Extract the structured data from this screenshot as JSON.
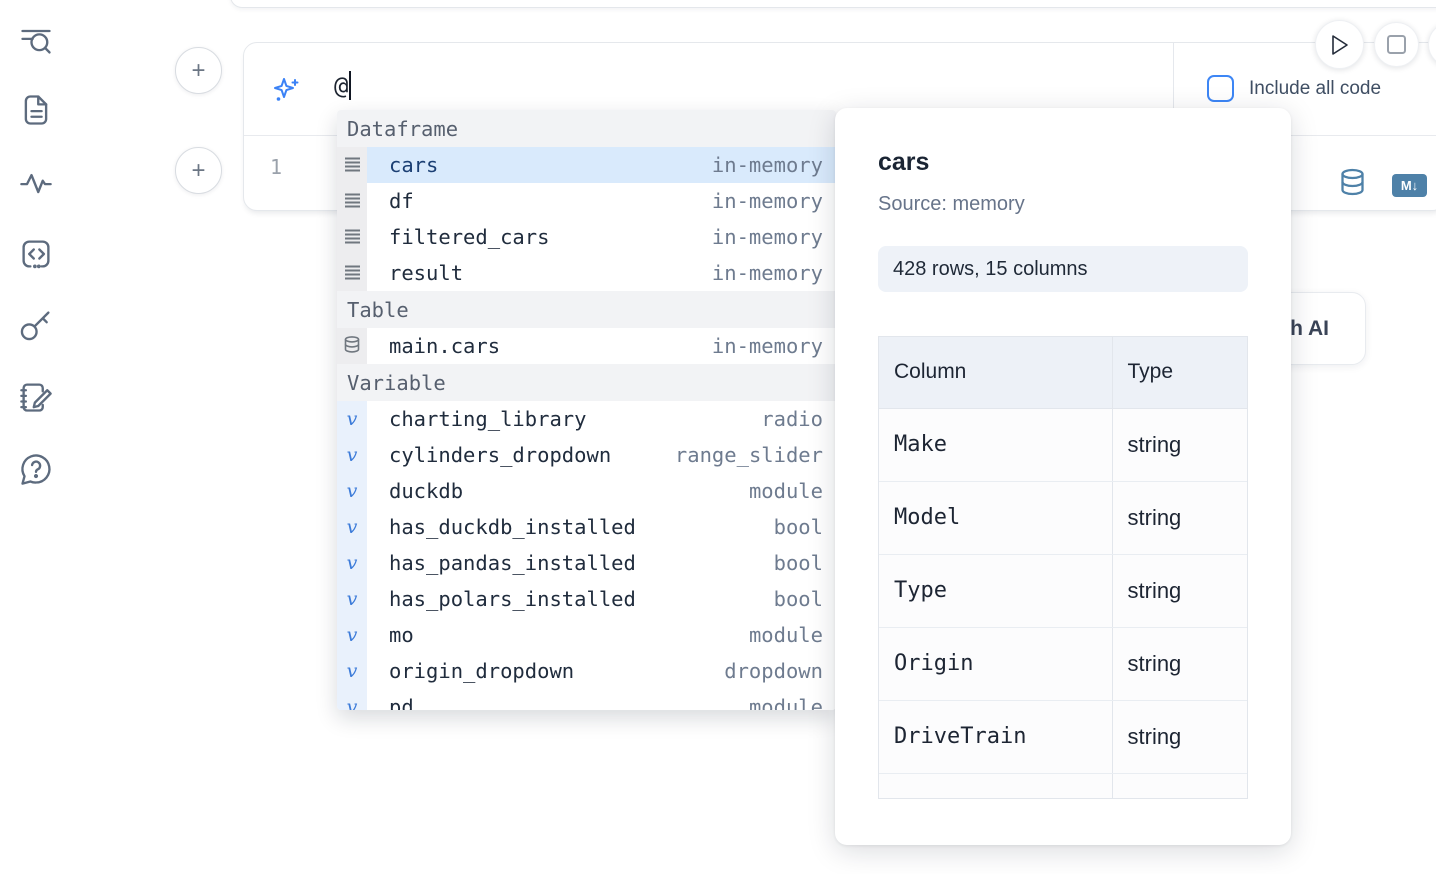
{
  "colors": {
    "accent_blue": "#3b82f6",
    "steel_blue": "#4e81a8",
    "icon_slate": "#5d6b7e",
    "selected_row_bg": "#d9eafc",
    "section_header_bg": "#f2f3f5"
  },
  "sidebar": {
    "items": [
      {
        "icon": "table-of-contents-search-icon"
      },
      {
        "icon": "file-icon"
      },
      {
        "icon": "activity-icon"
      },
      {
        "icon": "code-snippet-icon"
      },
      {
        "icon": "key-icon"
      },
      {
        "icon": "scratchpad-icon"
      },
      {
        "icon": "help-chat-icon"
      }
    ]
  },
  "toolbar": {
    "run_button": "play",
    "stop_button": "stop",
    "include_all_code_label": "Include all code",
    "include_all_code_checked": false
  },
  "ai_input": {
    "value": "@",
    "icon": "sparkles-icon"
  },
  "editor": {
    "line_number": "1",
    "lang_buttons": [
      "database-icon",
      "markdown-badge"
    ],
    "markdown_badge_label": "M↓"
  },
  "generate_ai": {
    "label": "Generate with AI"
  },
  "completion": {
    "sections": [
      {
        "label": "Dataframe",
        "icon": "rows-icon",
        "gutter": "gray",
        "items": [
          {
            "name": "cars",
            "type": "in-memory",
            "selected": true
          },
          {
            "name": "df",
            "type": "in-memory"
          },
          {
            "name": "filtered_cars",
            "type": "in-memory"
          },
          {
            "name": "result",
            "type": "in-memory"
          }
        ]
      },
      {
        "label": "Table",
        "icon": "database-small-icon",
        "gutter": "gray",
        "items": [
          {
            "name": "main.cars",
            "type": "in-memory"
          }
        ]
      },
      {
        "label": "Variable",
        "icon": "variable-icon",
        "gutter": "blue",
        "items": [
          {
            "name": "charting_library",
            "type": "radio"
          },
          {
            "name": "cylinders_dropdown",
            "type": "range_slider"
          },
          {
            "name": "duckdb",
            "type": "module"
          },
          {
            "name": "has_duckdb_installed",
            "type": "bool"
          },
          {
            "name": "has_pandas_installed",
            "type": "bool"
          },
          {
            "name": "has_polars_installed",
            "type": "bool"
          },
          {
            "name": "mo",
            "type": "module"
          },
          {
            "name": "origin_dropdown",
            "type": "dropdown"
          },
          {
            "name": "pd",
            "type": "module"
          }
        ]
      }
    ]
  },
  "popup": {
    "title": "cars",
    "source": "Source: memory",
    "shape_badge": "428 rows, 15 columns",
    "table": {
      "headers": [
        "Column",
        "Type"
      ],
      "rows": [
        [
          "Make",
          "string"
        ],
        [
          "Model",
          "string"
        ],
        [
          "Type",
          "string"
        ],
        [
          "Origin",
          "string"
        ],
        [
          "DriveTrain",
          "string"
        ]
      ]
    }
  }
}
